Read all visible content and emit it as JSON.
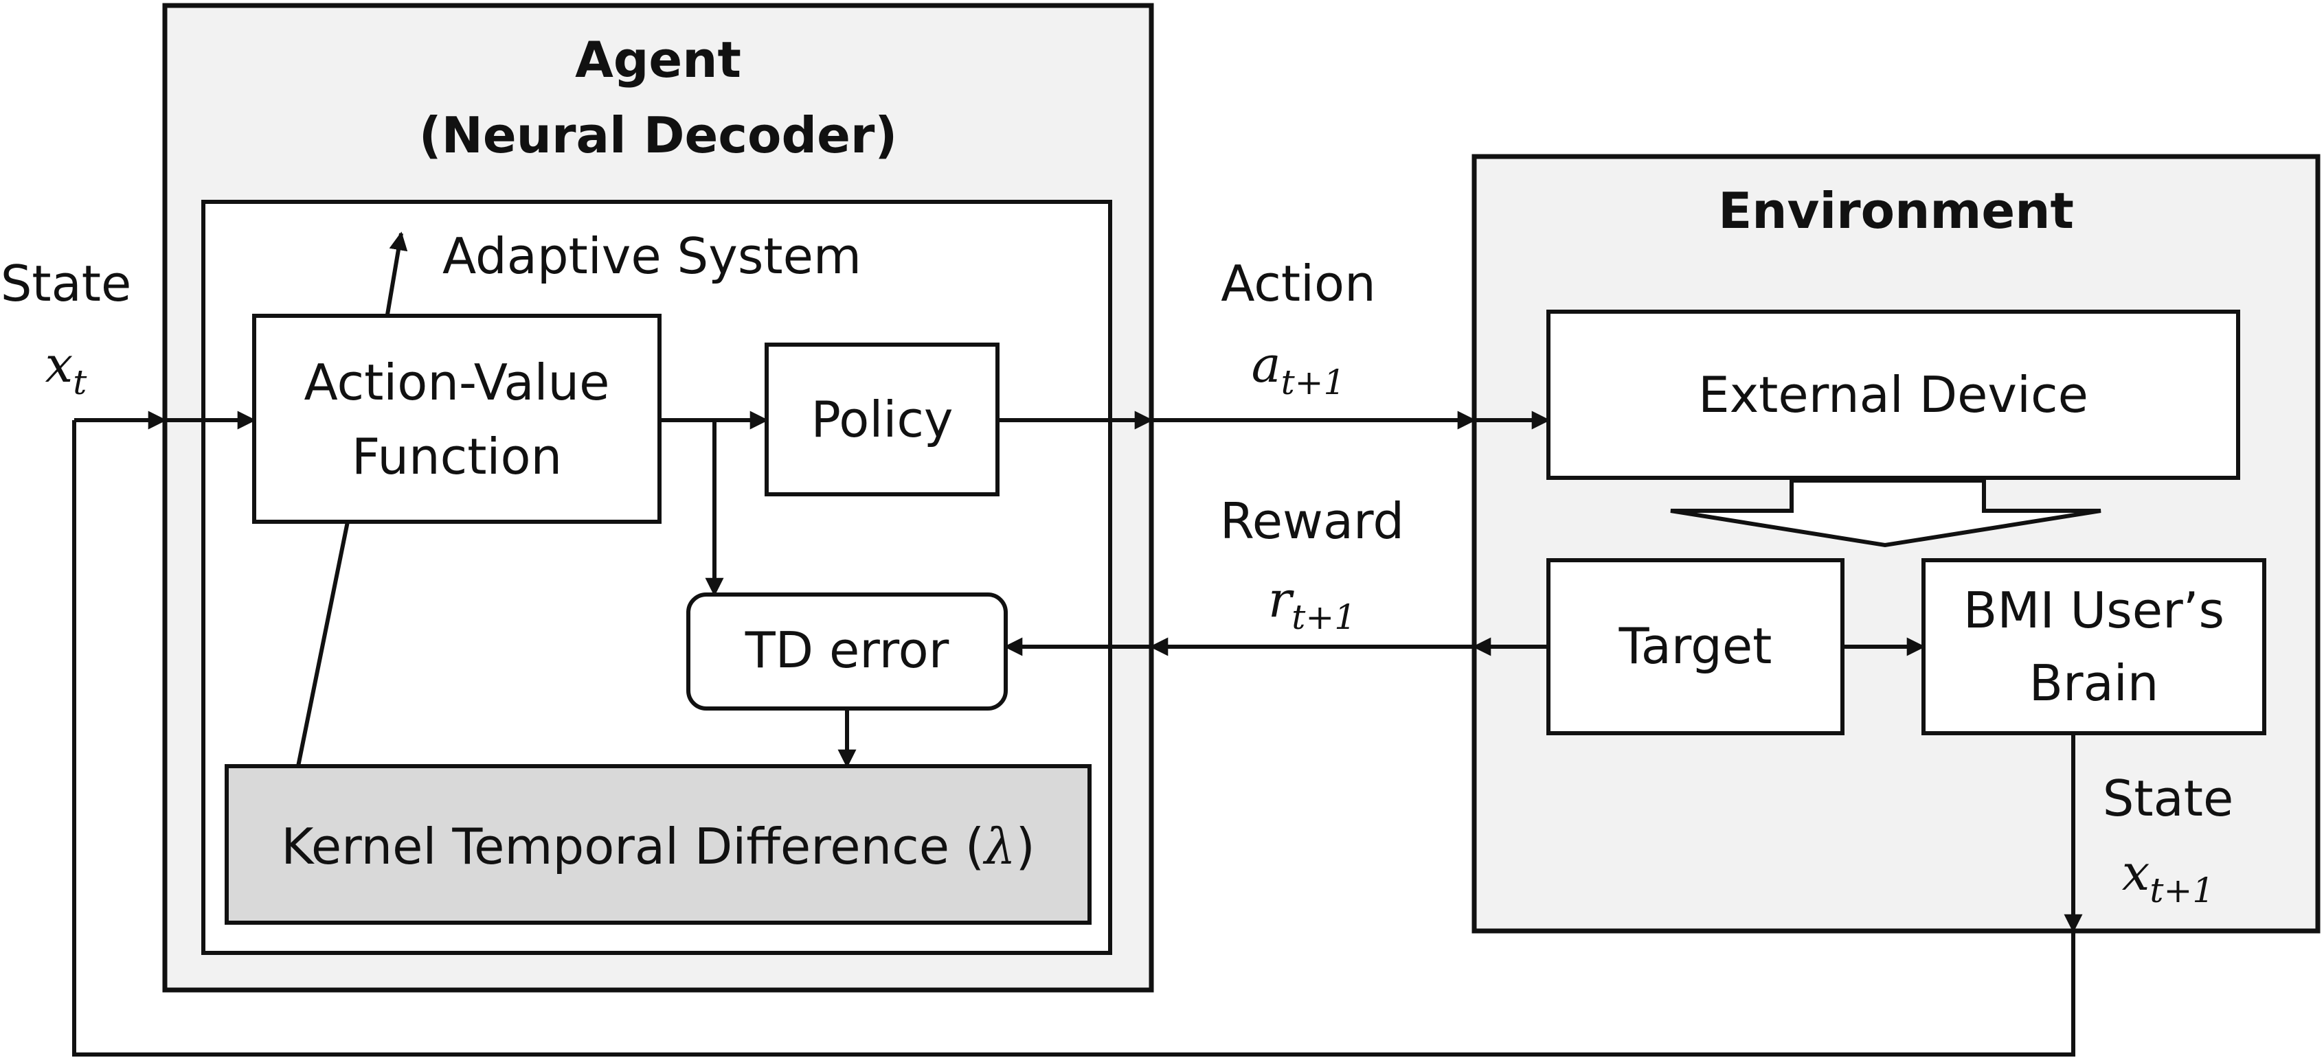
{
  "colors": {
    "stroke": "#111111",
    "panel_fill": "#f2f2f2",
    "box_fill": "#ffffff",
    "ktd_fill": "#d9d9d9"
  },
  "agent": {
    "title_line1": "Agent",
    "title_line2": "(Neural Decoder)",
    "adaptive_system": "Adaptive System",
    "action_value_line1": "Action-Value",
    "action_value_line2": "Function",
    "policy": "Policy",
    "td_error": "TD error",
    "ktd_prefix": "Kernel Temporal Difference (",
    "ktd_lambda": "λ",
    "ktd_suffix": ")"
  },
  "environment": {
    "title": "Environment",
    "external_device": "External Device",
    "target": "Target",
    "brain_line1": "BMI User’s",
    "brain_line2": "Brain"
  },
  "signals": {
    "state_in_label": "State",
    "state_in_sym": "x",
    "state_in_sub": "t",
    "action_label": "Action",
    "action_sym": "a",
    "action_sub": "t+1",
    "reward_label": "Reward",
    "reward_sym": "r",
    "reward_sub": "t+1",
    "state_out_label": "State",
    "state_out_sym": "x",
    "state_out_sub": "t+1"
  }
}
